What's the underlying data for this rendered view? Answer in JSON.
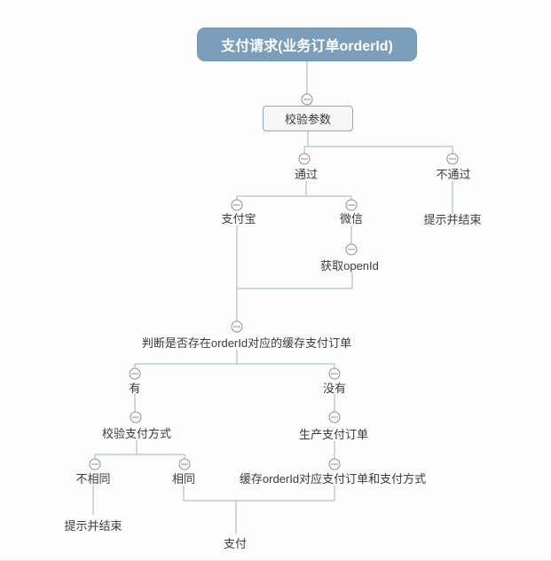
{
  "mindmap": {
    "root": {
      "label": "支付请求(业务订单orderId)"
    },
    "nodes": {
      "check_params": "校验参数",
      "pass": "通过",
      "fail": "不通过",
      "fail_end": "提示并结束",
      "alipay": "支付宝",
      "wechat": "微信",
      "get_openid": "获取openId",
      "judge_cache": "判断是否存在orderId对应的缓存支付订单",
      "has": "有",
      "has_not": "没有",
      "verify_pay_method": "校验支付方式",
      "create_pay_order": "生产支付订单",
      "not_same": "不相同",
      "same": "相同",
      "cache_order": "缓存orderId对应支付订单和支付方式",
      "not_same_end": "提示并结束",
      "pay": "支付"
    },
    "tree": {
      "支付请求(业务订单orderId)": {
        "校验参数": {
          "通过": {
            "支付宝": {},
            "微信": {
              "获取openId": {}
            },
            "_merge": {
              "判断是否存在orderId对应的缓存支付订单": {
                "有": {
                  "校验支付方式": {
                    "不相同": {
                      "提示并结束": {}
                    },
                    "相同": {
                      "_merge_pay": "支付"
                    }
                  }
                },
                "没有": {
                  "生产支付订单": {
                    "缓存orderId对应支付订单和支付方式": {
                      "_merge_pay": "支付"
                    }
                  }
                }
              }
            }
          },
          "不通过": {
            "提示并结束": {}
          }
        }
      }
    },
    "colors": {
      "root_fill": "#7b9eba",
      "root_text": "#ffffff",
      "sub_box_fill": "#f6f6f6",
      "sub_box_border": "#86abc9",
      "line": "#9ab4c6",
      "collapse_circle_border": "#8f8f8f",
      "label_text": "#3c3c3c",
      "background": "#fdfdfd"
    },
    "icons": {
      "collapse": "minus-circle"
    }
  }
}
